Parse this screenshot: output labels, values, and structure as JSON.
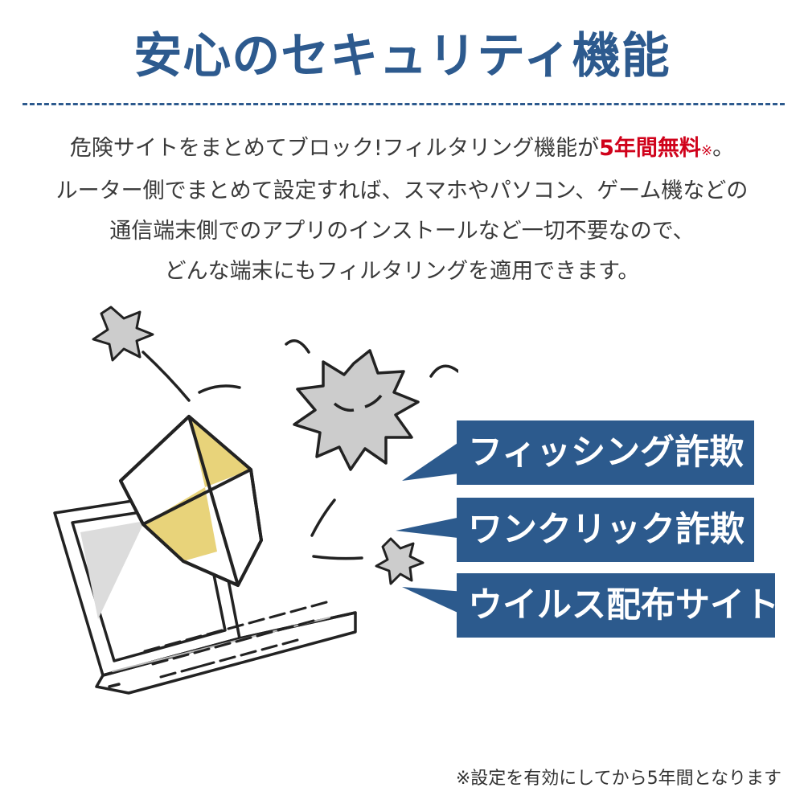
{
  "header": {
    "title": "安心のセキュリティ機能"
  },
  "intro": {
    "line1_pre": "危険サイトをまとめてブロック!フィルタリング機能が",
    "line1_highlight": "5年間無料",
    "line1_mark": "※",
    "line1_post": "。",
    "line2": "ルーター側でまとめて設定すれば、スマホやパソコン、ゲーム機などの",
    "line3": "通信端末側でのアプリのインストールなど一切不要なので、",
    "line4": "どんな端末にもフィルタリングを適用できます。"
  },
  "threats": [
    {
      "label": "フィッシング詐欺"
    },
    {
      "label": "ワンクリック詐欺"
    },
    {
      "label": "ウイルス配布サイト"
    }
  ],
  "footnote": "※設定を有効にしてから5年間となります",
  "colors": {
    "title_blue": "#2d5a8e",
    "tag_blue": "#2c5a8d",
    "highlight_red": "#d0021b",
    "shield_yellow": "#e8d37a",
    "virus_gray": "#cccccc"
  },
  "icons": {
    "laptop": "laptop-icon",
    "shield": "shield-icon",
    "virus": "virus-icon"
  }
}
